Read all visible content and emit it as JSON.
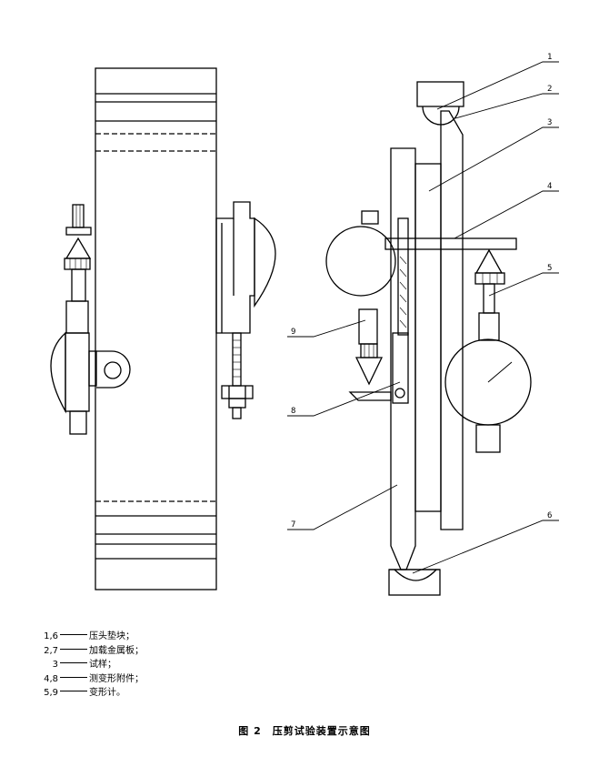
{
  "figure": {
    "callouts": [
      "1",
      "2",
      "3",
      "4",
      "5",
      "6",
      "7",
      "8",
      "9"
    ]
  },
  "legend": [
    {
      "num": "1,6",
      "text": "压头垫块；"
    },
    {
      "num": "2,7",
      "text": "加载金属板；"
    },
    {
      "num": "3",
      "text": "试样；"
    },
    {
      "num": "4,8",
      "text": "测变形附件；"
    },
    {
      "num": "5,9",
      "text": "变形计。"
    }
  ],
  "caption": "图 2　压剪试验装置示意图"
}
